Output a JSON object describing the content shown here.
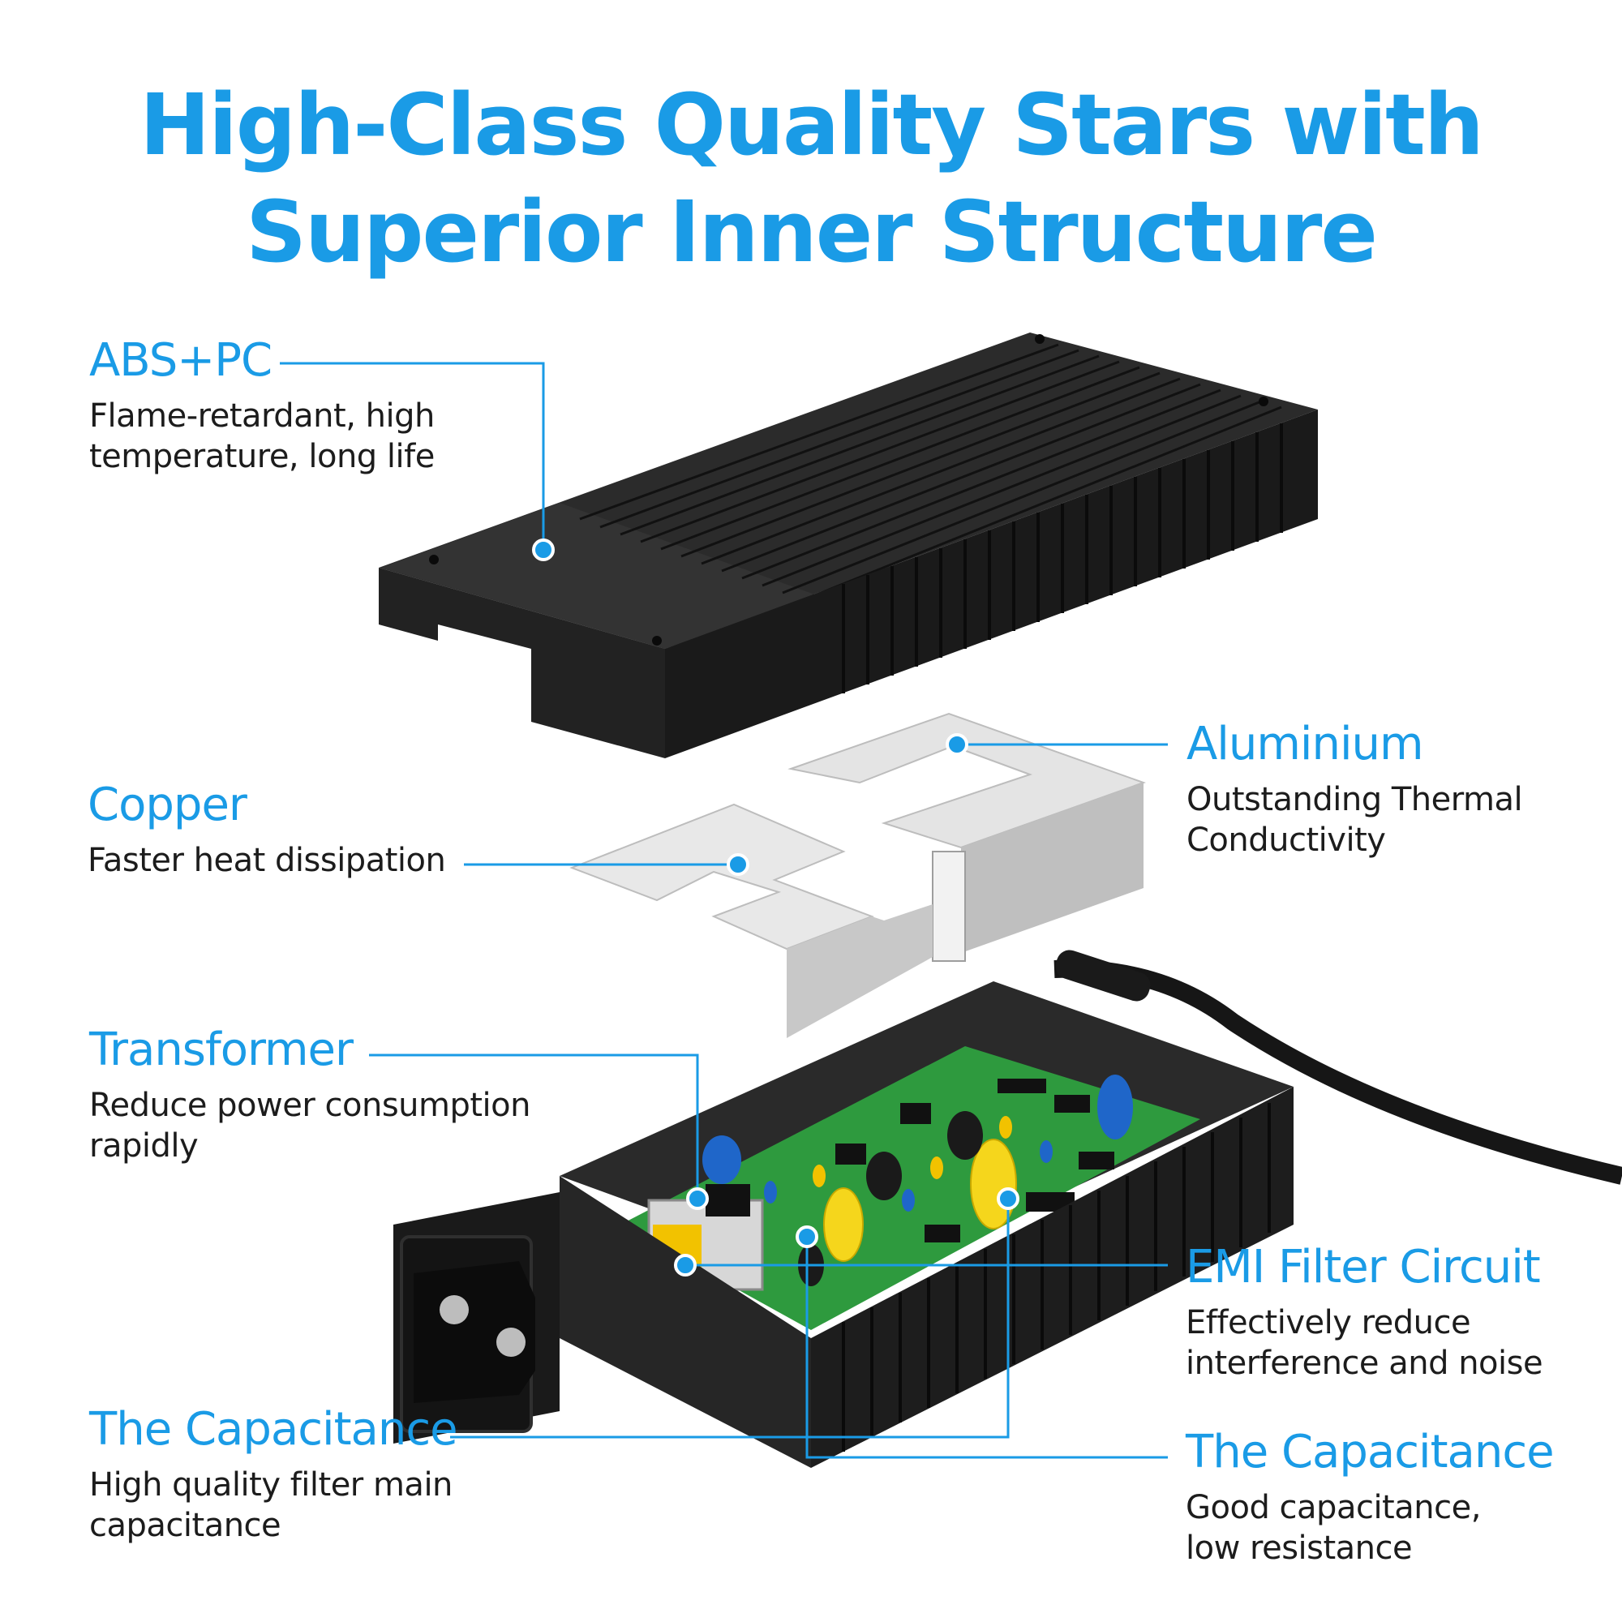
{
  "headline": {
    "line1": "High-Class Quality Stars with",
    "line2": "Superior Inner Structure"
  },
  "callouts": [
    {
      "id": "abs_pc",
      "title": "ABS+PC",
      "desc_lines": [
        "Flame-retardant, high",
        "temperature, long life"
      ]
    },
    {
      "id": "copper",
      "title": "Copper",
      "desc_lines": [
        "Faster heat dissipation"
      ]
    },
    {
      "id": "aluminium",
      "title": "Aluminium",
      "desc_lines": [
        "Outstanding Thermal",
        "Conductivity"
      ]
    },
    {
      "id": "transformer",
      "title": "Transformer",
      "desc_lines": [
        "Reduce power consumption",
        "rapidly"
      ]
    },
    {
      "id": "emi",
      "title": "EMI Filter Circuit",
      "desc_lines": [
        "Effectively reduce",
        "interference and noise"
      ]
    },
    {
      "id": "cap_left",
      "title": "The Capacitance",
      "desc_lines": [
        "High quality filter main",
        "capacitance"
      ]
    },
    {
      "id": "cap_right",
      "title": "The Capacitance",
      "desc_lines": [
        "Good capacitance,",
        "low resistance"
      ]
    }
  ],
  "colors": {
    "accent": "#1a9be6",
    "text": "#1c1c1c",
    "casing": "#1e1e1e",
    "pcb": "#2e9a3e",
    "metal": "#d9d9d9"
  }
}
